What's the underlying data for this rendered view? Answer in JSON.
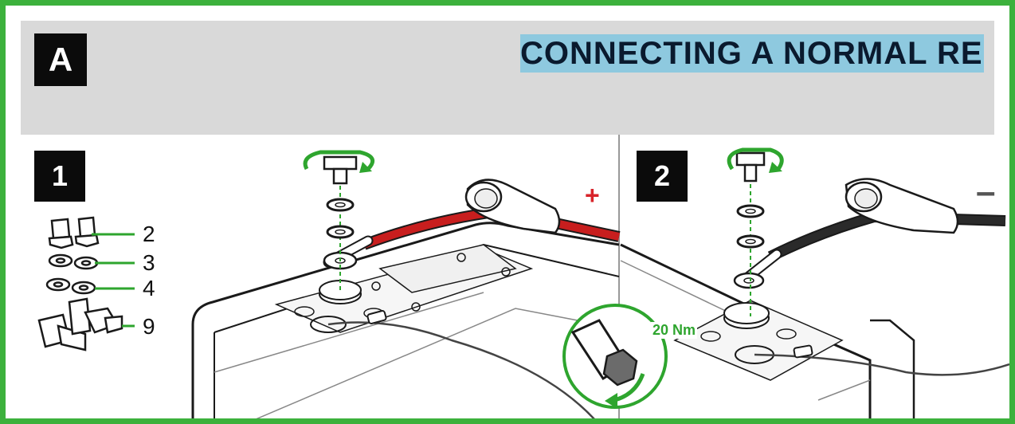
{
  "header": {
    "section_letter": "A",
    "title": "CONNECTING A NORMAL RELAY"
  },
  "steps": [
    {
      "number": "1"
    },
    {
      "number": "2"
    }
  ],
  "parts": [
    {
      "label": "2",
      "item": "bolts"
    },
    {
      "label": "3",
      "item": "spring-washers"
    },
    {
      "label": "4",
      "item": "flat-washers"
    },
    {
      "label": "9",
      "item": "terminal-covers"
    }
  ],
  "torque": {
    "label": "20 Nm"
  },
  "polarity": {
    "positive": "+",
    "negative": "–"
  },
  "colors": {
    "frame": "#3cb13c",
    "accent_green": "#2ea52e",
    "header_bg": "#d9d9d9",
    "title_bg": "#8ec9df",
    "positive_cable": "#c81e1e",
    "negative_cable": "#2a2a2a"
  },
  "icons": [
    "rotate-arrow-icon",
    "torque-wrench-icon",
    "bolt-icon",
    "washer-icon"
  ]
}
